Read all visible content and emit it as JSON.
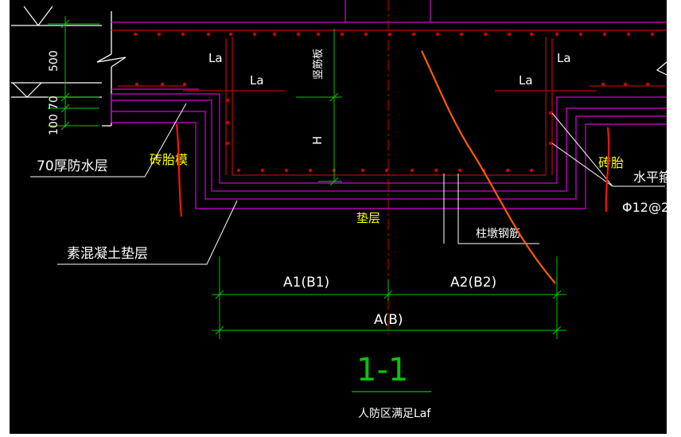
{
  "drawing": {
    "background": "#000000",
    "colors": {
      "concrete": "#b000b0",
      "rebar": "#c00000",
      "dims": "#00c800",
      "centerline": "#d00000",
      "markup": "#ff5a00",
      "labels": "#ffffff",
      "notes": "#ffff00"
    },
    "dims": {
      "d500": "500",
      "d70": "70",
      "d100": "100",
      "H": "H",
      "A1B1": "A1(B1)",
      "A2B2": "A2(B2)",
      "AB": "A(B)"
    },
    "labels": {
      "la_left_top": "La",
      "la_left_bottom": "La",
      "la_right_top": "La",
      "la_right_bottom": "La",
      "vertical_rebar": "竖筋板",
      "waterproof": "70厚防水层",
      "plain_concrete": "素混凝土垫层",
      "column_rebar": "柱墩钢筋",
      "horizontal": "水平箍",
      "spec": "Φ12@2",
      "section": "1-1",
      "civil_defense": "人防区满足Laf"
    },
    "annotations": {
      "brick_mold": "砖胎模",
      "brick": "砖胎",
      "cushion": "垫层"
    }
  }
}
